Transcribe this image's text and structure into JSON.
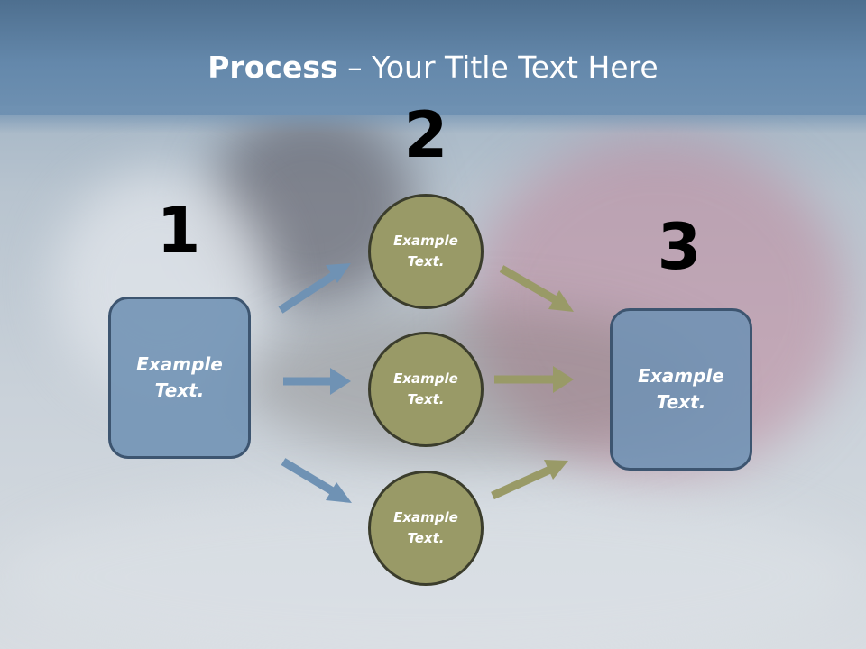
{
  "title": {
    "strong": "Process",
    "rest": " – Your Title Text Here"
  },
  "steps": [
    {
      "number": "1",
      "text": "Example Text."
    },
    {
      "number": "2",
      "items": [
        "Example Text.",
        "Example Text.",
        "Example Text."
      ]
    },
    {
      "number": "3",
      "text": "Example Text."
    }
  ],
  "colors": {
    "title_bar": "#5a7ea1",
    "box_fill": "#6f92b4",
    "box_border": "#3d5570",
    "circle_fill": "#999a67",
    "circle_border": "#3b3d2c",
    "arrow_blue": "#6f92b4",
    "arrow_olive": "#999a67"
  }
}
